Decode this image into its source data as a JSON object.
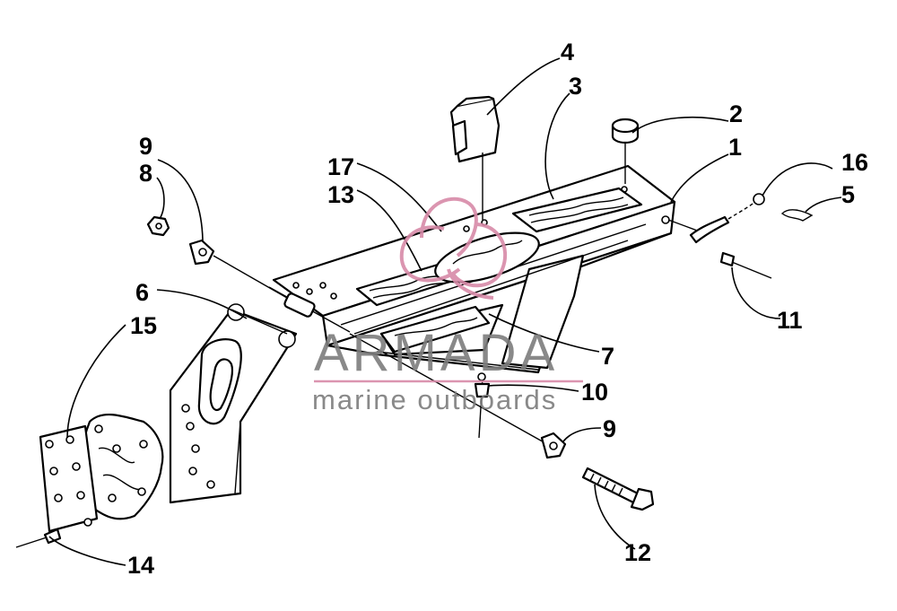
{
  "callouts": [
    {
      "id": "c1",
      "label": "1"
    },
    {
      "id": "c2",
      "label": "2"
    },
    {
      "id": "c3",
      "label": "3"
    },
    {
      "id": "c4",
      "label": "4"
    },
    {
      "id": "c5",
      "label": "5"
    },
    {
      "id": "c6",
      "label": "6"
    },
    {
      "id": "c7",
      "label": "7"
    },
    {
      "id": "c8",
      "label": "8"
    },
    {
      "id": "c9a",
      "label": "9"
    },
    {
      "id": "c9b",
      "label": "9"
    },
    {
      "id": "c10",
      "label": "10"
    },
    {
      "id": "c11",
      "label": "11"
    },
    {
      "id": "c12",
      "label": "12"
    },
    {
      "id": "c13",
      "label": "13"
    },
    {
      "id": "c14",
      "label": "14"
    },
    {
      "id": "c15",
      "label": "15"
    },
    {
      "id": "c16",
      "label": "16"
    },
    {
      "id": "c17",
      "label": "17"
    }
  ],
  "watermark": {
    "brand": "ARMADA",
    "tagline": "marine outboards",
    "accent_color": "#d88aa8",
    "text_color": "#7d7d7d"
  }
}
